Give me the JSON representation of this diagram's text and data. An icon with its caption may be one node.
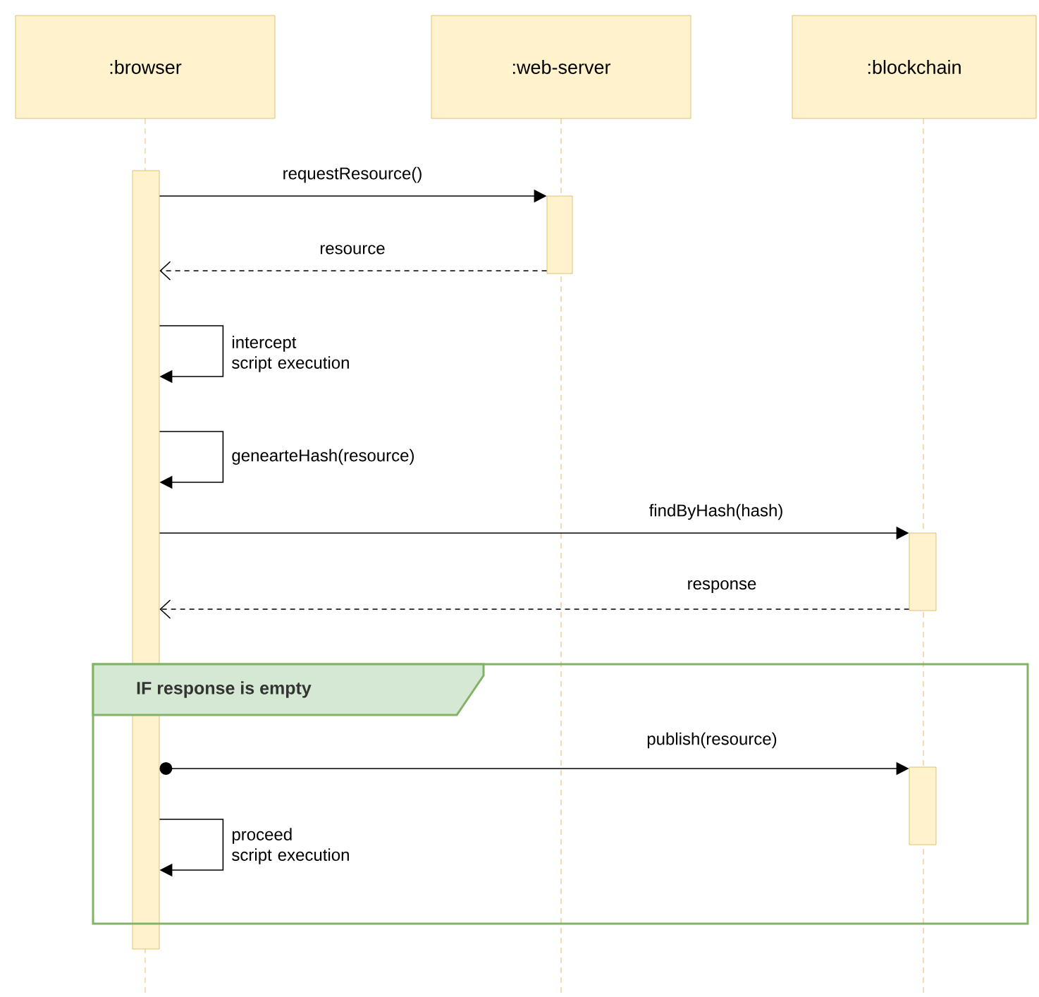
{
  "diagram": {
    "nodes": [
      {
        "text": [
          ":browser"
        ]
      },
      {
        "text": [
          ":web-server"
        ]
      },
      {
        "text": [
          ":blockchain"
        ]
      },
      {
        "text": [],
        "shape": "bar"
      },
      {
        "text": [],
        "shape": "bar"
      },
      {
        "text": [],
        "shape": "bar"
      },
      {
        "text": [
          "IF response is empty"
        ]
      },
      {
        "text": [],
        "shape": "bar",
        "in": 6
      }
    ],
    "edges": [
      {
        "from": 3,
        "to": 4,
        "arrow": "to",
        "label": "requestResource()"
      },
      {
        "from": 4,
        "to": 3,
        "arrow": "to",
        "label": "resource",
        "style": "dashed"
      },
      {
        "from": 3,
        "to": 3,
        "arrow": "to",
        "label": "intercept script execution"
      },
      {
        "from": 3,
        "to": 3,
        "arrow": "to",
        "label": "genearteHash(resource)"
      },
      {
        "from": 3,
        "to": 5,
        "arrow": "to",
        "label": "findByHash(hash)"
      },
      {
        "from": 5,
        "to": 3,
        "arrow": "to",
        "label": "response",
        "style": "dashed"
      },
      {
        "from": 3,
        "to": 7,
        "arrow": "to",
        "label": "publish(resource)"
      },
      {
        "from": 3,
        "to": 3,
        "arrow": "to",
        "label": "proceed script execution"
      }
    ]
  }
}
